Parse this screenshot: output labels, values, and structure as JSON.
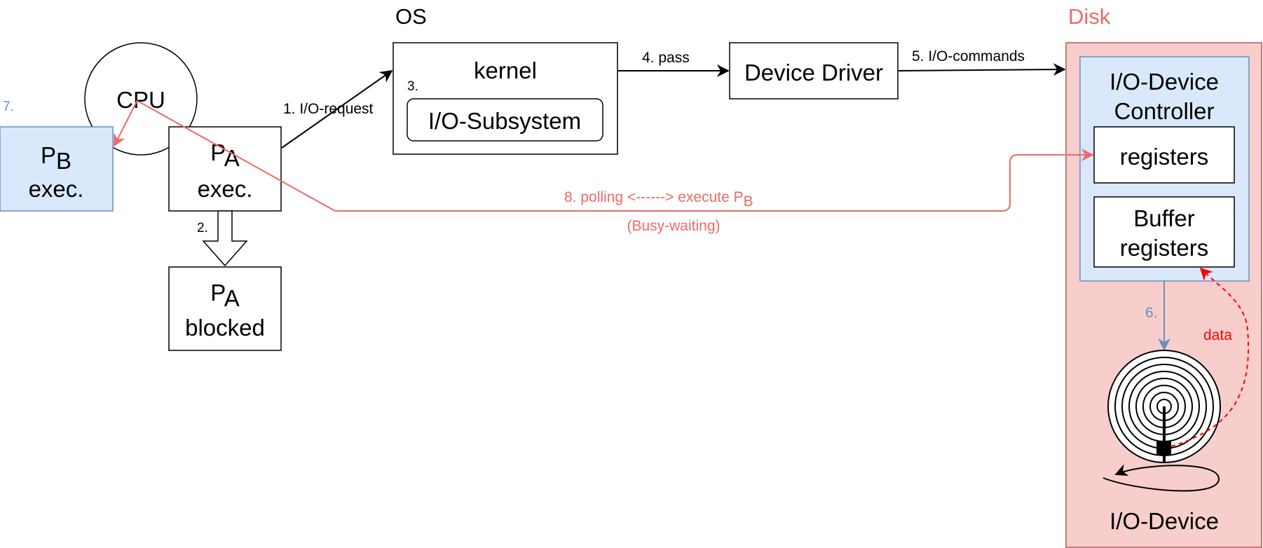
{
  "colors": {
    "black": "#000000",
    "red_accent": "#ea6b66",
    "bright_red": "#ff0000",
    "blue_accent": "#6c8ebf",
    "blue_fill": "#dae8fc",
    "red_fill": "#f8cecc",
    "red_stroke": "#b85450",
    "white": "#ffffff"
  },
  "labels": {
    "os_title": "OS",
    "disk_title": "Disk",
    "cpu": "CPU",
    "step7": "7.",
    "pb_main": "P",
    "pb_sub": "B",
    "pb_line2": "exec.",
    "pa_main": "P",
    "pa_sub": "A",
    "pa_line2": "exec.",
    "step2": "2.",
    "pa_blocked_main": "P",
    "pa_blocked_sub": "A",
    "pa_blocked_line2": "blocked",
    "step1": "1. I/O-request",
    "kernel": "kernel",
    "step3": "3.",
    "io_subsystem": "I/O-Subsystem",
    "step4": "4. pass",
    "device_driver": "Device Driver",
    "step5": "5. I/O-commands",
    "controller_line1": "I/O-Device",
    "controller_line2": "Controller",
    "registers": "registers",
    "buffer_line1": "Buffer",
    "buffer_line2": "registers",
    "step6": "6.",
    "data": "data",
    "polling_text": "8. polling <------> execute P",
    "polling_sub": "B",
    "busy_waiting": "(Busy-waiting)",
    "io_device": "I/O-Device"
  }
}
